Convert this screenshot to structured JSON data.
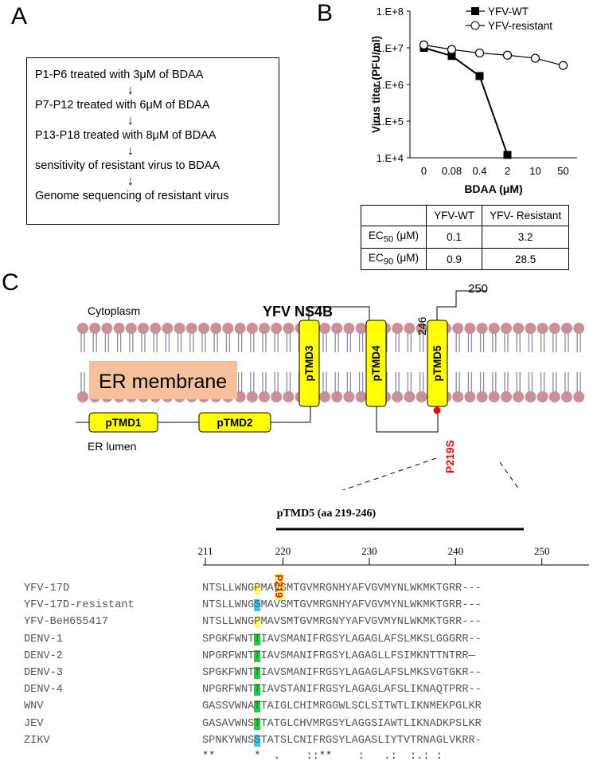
{
  "panels": {
    "a": "A",
    "b": "B",
    "c": "C"
  },
  "flowchart": {
    "steps": [
      "P1-P6 treated with 3μM of BDAA",
      "P7-P12 treated with 6μM of BDAA",
      "P13-P18 treated with 8μM of BDAA",
      "sensitivity  of resistant virus to BDAA",
      "Genome sequencing of resistant virus"
    ],
    "arrow": "↓"
  },
  "chart_data": {
    "type": "line",
    "xlabel": "BDAA (μM)",
    "ylabel": "Virus titer (PFU/ml)",
    "categories": [
      "0",
      "0.08",
      "0.4",
      "2",
      "10",
      "50"
    ],
    "y_ticks": [
      "1.E+4",
      "1.E+5",
      "1.E+6",
      "1.E+7",
      "1.E+8"
    ],
    "y_scale": "log",
    "ylim": [
      10000,
      100000000
    ],
    "legend_position": "top-right",
    "series": [
      {
        "name": "YFV-WT",
        "marker": "filled-square",
        "values": [
          10000000,
          6000000,
          1700000,
          12000,
          null,
          null
        ]
      },
      {
        "name": "YFV-resistant",
        "marker": "open-circle",
        "values": [
          12000000,
          9000000,
          7200000,
          6300000,
          5200000,
          3300000
        ]
      }
    ]
  },
  "ec_table": {
    "header": [
      "",
      "YFV-WT",
      "YFV- Resistant"
    ],
    "rows": [
      {
        "label": "EC",
        "sub": "50",
        "unit": " (μM)",
        "wt": "0.1",
        "res": "3.2"
      },
      {
        "label": "EC",
        "sub": "90",
        "unit": " (μM)",
        "wt": "0.9",
        "res": "28.5"
      }
    ]
  },
  "membrane": {
    "cytoplasm": "Cytoplasm",
    "title": "YFV NS4B",
    "er_membrane": "ER membrane",
    "er_lumen": "ER lumen",
    "domains": [
      "pTMD1",
      "pTMD2",
      "pTMD3",
      "pTMD4",
      "pTMD5"
    ],
    "pos246": "246",
    "pos250": "250",
    "mutation": "P219S",
    "colors": {
      "domain_fill": "#ffff00",
      "membrane_box": "#f6c09a",
      "lipid_head": "#c9909a",
      "mutation": "#ff0000"
    }
  },
  "alignment": {
    "domain_label": "pTMD5 (aa 219-246)",
    "ruler_ticks": [
      "211",
      "220",
      "230",
      "240",
      "250"
    ],
    "p219_label": "P219",
    "rows": [
      {
        "name": "YFV-17D",
        "pre": "NTSLLWNG",
        "res": "P",
        "post": "MAVSMTGVMRGNHYAFVGVMYNLWKMKTGRR---",
        "hl": "#ffff66"
      },
      {
        "name": "YFV-17D-resistant",
        "pre": "NTSLLWNG",
        "res": "S",
        "post": "MAVSMTGVMRGNHYAFVGVMYNLWKMKTGRR---",
        "hl": "#33ccee"
      },
      {
        "name": "YFV-BeH655417",
        "pre": "NTSLLWNG",
        "res": "P",
        "post": "MAVSMTGVMRGNYYAFVGVMYNLWKMKTGRR---",
        "hl": "#ffff66"
      },
      {
        "name": "DENV-1",
        "pre": "SPGKFWNT",
        "res": "T",
        "post": "IAVSMANIFRGSYLAGAGLAFSLMKSLGGGRR--",
        "hl": "#22cc44"
      },
      {
        "name": "DENV-2",
        "pre": "NPGRFWNT",
        "res": "T",
        "post": "IAVSMANIFRGSYLAGAGLLFSIMKNTTNTRR—",
        "hl": "#22cc44"
      },
      {
        "name": "DENV-3",
        "pre": "SPGKFWNT",
        "res": "T",
        "post": "IAVSMANIFRGSYLAGAGLAFSLMKSVGTGKR--",
        "hl": "#22cc44"
      },
      {
        "name": "DENV-4",
        "pre": "NPGRFWNT",
        "res": "T",
        "post": "IAVSTANIFRGSYLAGAGLAFSLIKNAQTPRR--",
        "hl": "#22cc44"
      },
      {
        "name": "WNV",
        "pre": "GASSVWNA",
        "res": "T",
        "post": "TAIGLCHIMRGGWLSCLSITWTLIKNMEKPGLKR",
        "hl": "#22cc44"
      },
      {
        "name": "JEV",
        "pre": "GASAVWNS",
        "res": "T",
        "post": "TATGLCHVMRGSYLAGGSIAWTLIKNADKPSLKR",
        "hl": "#22cc44"
      },
      {
        "name": "ZIKV",
        "pre": "SPNKYWNS",
        "res": "S",
        "post": "TATSLCNIFRGSYLAGASLIYTVTRNAGLVKRR-",
        "hl": "#33ccee"
      }
    ],
    "consensus": "**      *  .    ::**    :   .:  :.: :"
  }
}
